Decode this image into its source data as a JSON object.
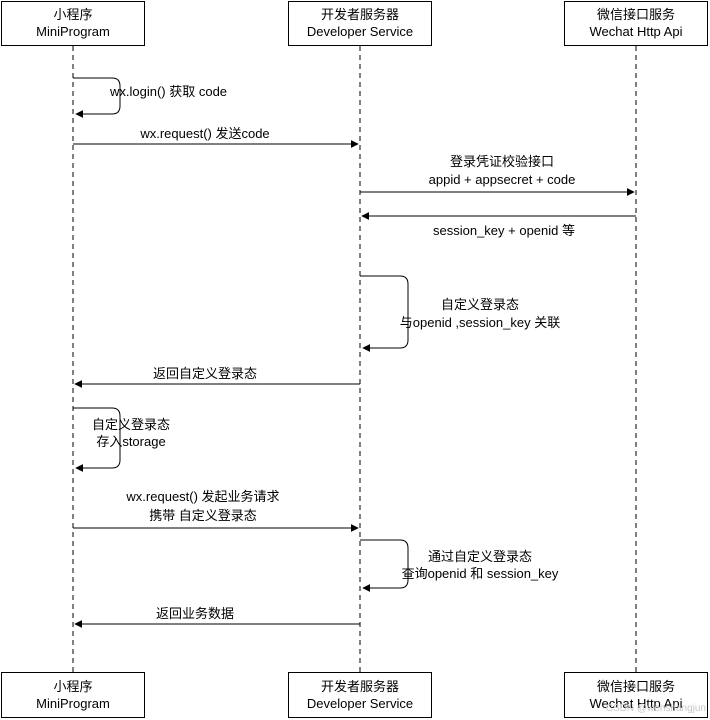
{
  "participants": [
    {
      "line1": "小程序",
      "line2": "MiniProgram"
    },
    {
      "line1": "开发者服务器",
      "line2": "Developer Service"
    },
    {
      "line1": "微信接口服务",
      "line2": "Wechat Http Api"
    }
  ],
  "messages": {
    "m1": {
      "line1": "wx.login() 获取 code"
    },
    "m2": {
      "line1": "wx.request() 发送code"
    },
    "m3": {
      "line1": "登录凭证校验接口",
      "line2": "appid + appsecret + code"
    },
    "m4": {
      "line1": "session_key + openid 等"
    },
    "m5": {
      "line1": "自定义登录态",
      "line2": "与openid ,session_key 关联"
    },
    "m6": {
      "line1": "返回自定义登录态"
    },
    "m7": {
      "line1": "自定义登录态",
      "line2": "存入storage"
    },
    "m8": {
      "line1": "wx.request() 发起业务请求",
      "line2": "携带 自定义登录态"
    },
    "m9": {
      "line1": "通过自定义登录态",
      "line2": "查询openid 和 session_key"
    },
    "m10": {
      "line1": "返回业务数据"
    }
  },
  "watermark": "CSDN @wenshangjun"
}
